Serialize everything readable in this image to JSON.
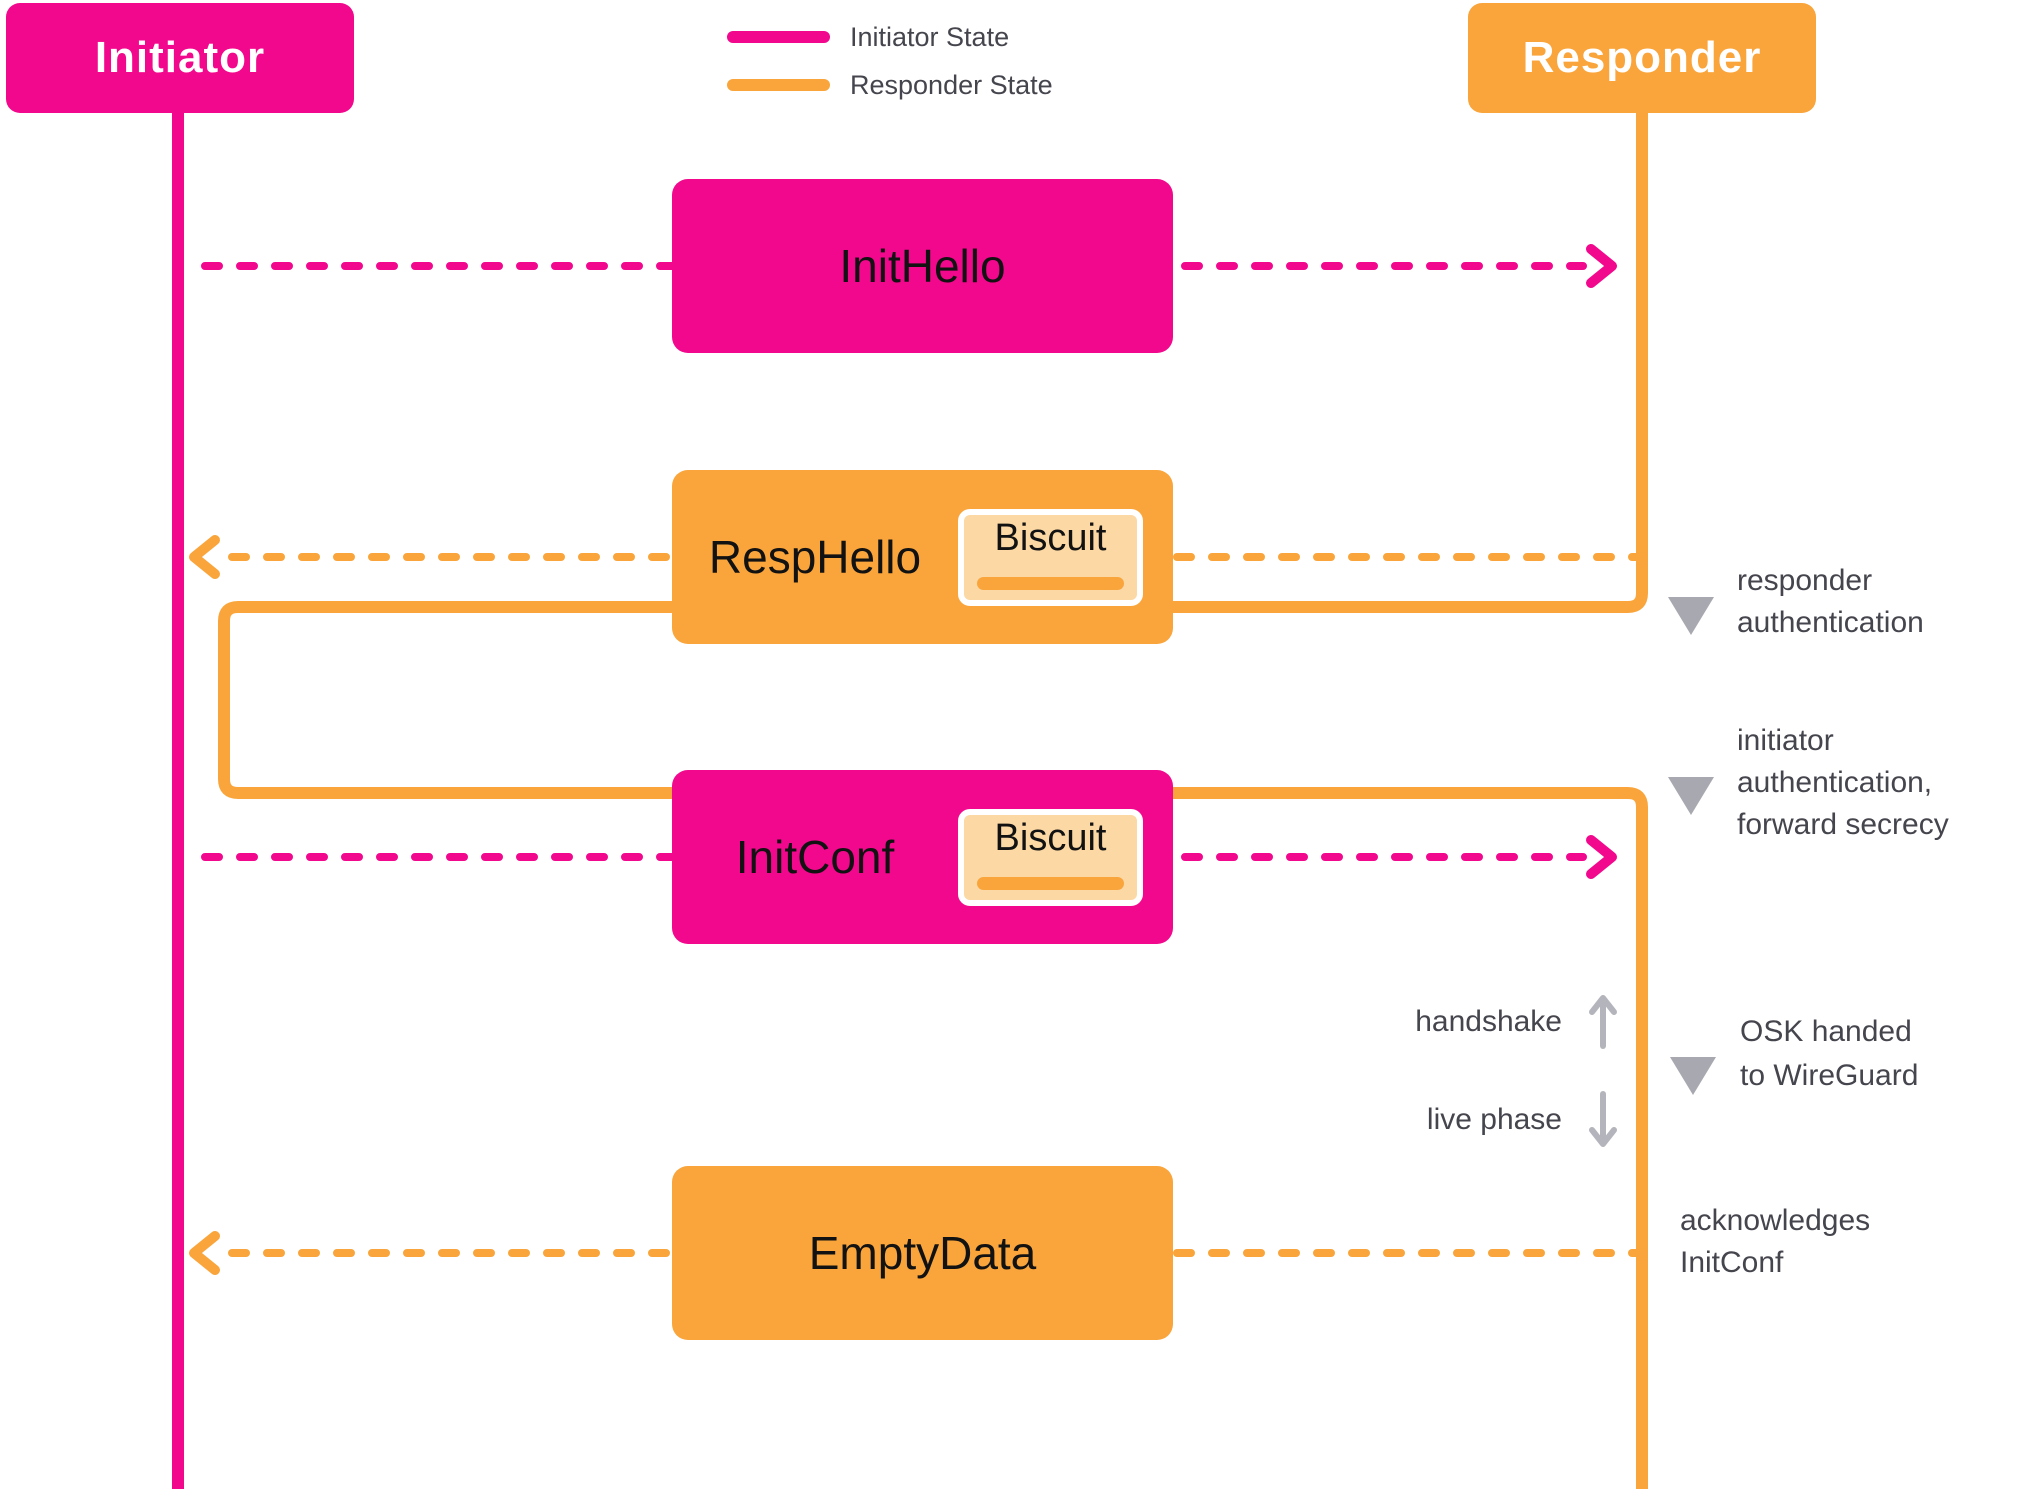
{
  "colors": {
    "initiator_pink": "#F2088C",
    "responder_orange": "#F9A53C",
    "biscuit_fill": "#FBD8A4",
    "biscuit_border": "#FFFFFF",
    "message_text": "#121212",
    "annotation_text": "#45454E",
    "triangle_gray": "#A8A8B0",
    "phase_arrow_gray": "#B4B4BC",
    "background": "#FFFFFF"
  },
  "actors": {
    "initiator": {
      "label": "Initiator"
    },
    "responder": {
      "label": "Responder"
    }
  },
  "legend": {
    "items": [
      {
        "label": "Initiator State",
        "color": "#F2088C"
      },
      {
        "label": "Responder State",
        "color": "#F9A53C"
      }
    ]
  },
  "messages": {
    "init_hello": {
      "label": "InitHello",
      "direction": "initiator-to-responder"
    },
    "resp_hello": {
      "label": "RespHello",
      "biscuit": "Biscuit",
      "direction": "responder-to-initiator"
    },
    "init_conf": {
      "label": "InitConf",
      "biscuit": "Biscuit",
      "direction": "initiator-to-responder"
    },
    "empty_data": {
      "label": "EmptyData",
      "direction": "responder-to-initiator"
    }
  },
  "annotations": {
    "responder_auth": {
      "line1": "responder",
      "line2": "authentication"
    },
    "initiator_auth": {
      "line1": "initiator",
      "line2": "authentication,",
      "line3": "forward secrecy"
    },
    "osk": {
      "line1": "OSK handed",
      "line2": "to WireGuard"
    },
    "ack": {
      "line1": "acknowledges",
      "line2": "InitConf"
    }
  },
  "phase_labels": {
    "handshake": "handshake",
    "live": "live phase"
  },
  "icons": {
    "annotation_marker": "down-triangle",
    "phase_up": "up-arrow",
    "phase_down": "down-arrow",
    "message_right": "chevron-right-arrowhead",
    "message_left": "chevron-left-arrowhead"
  }
}
